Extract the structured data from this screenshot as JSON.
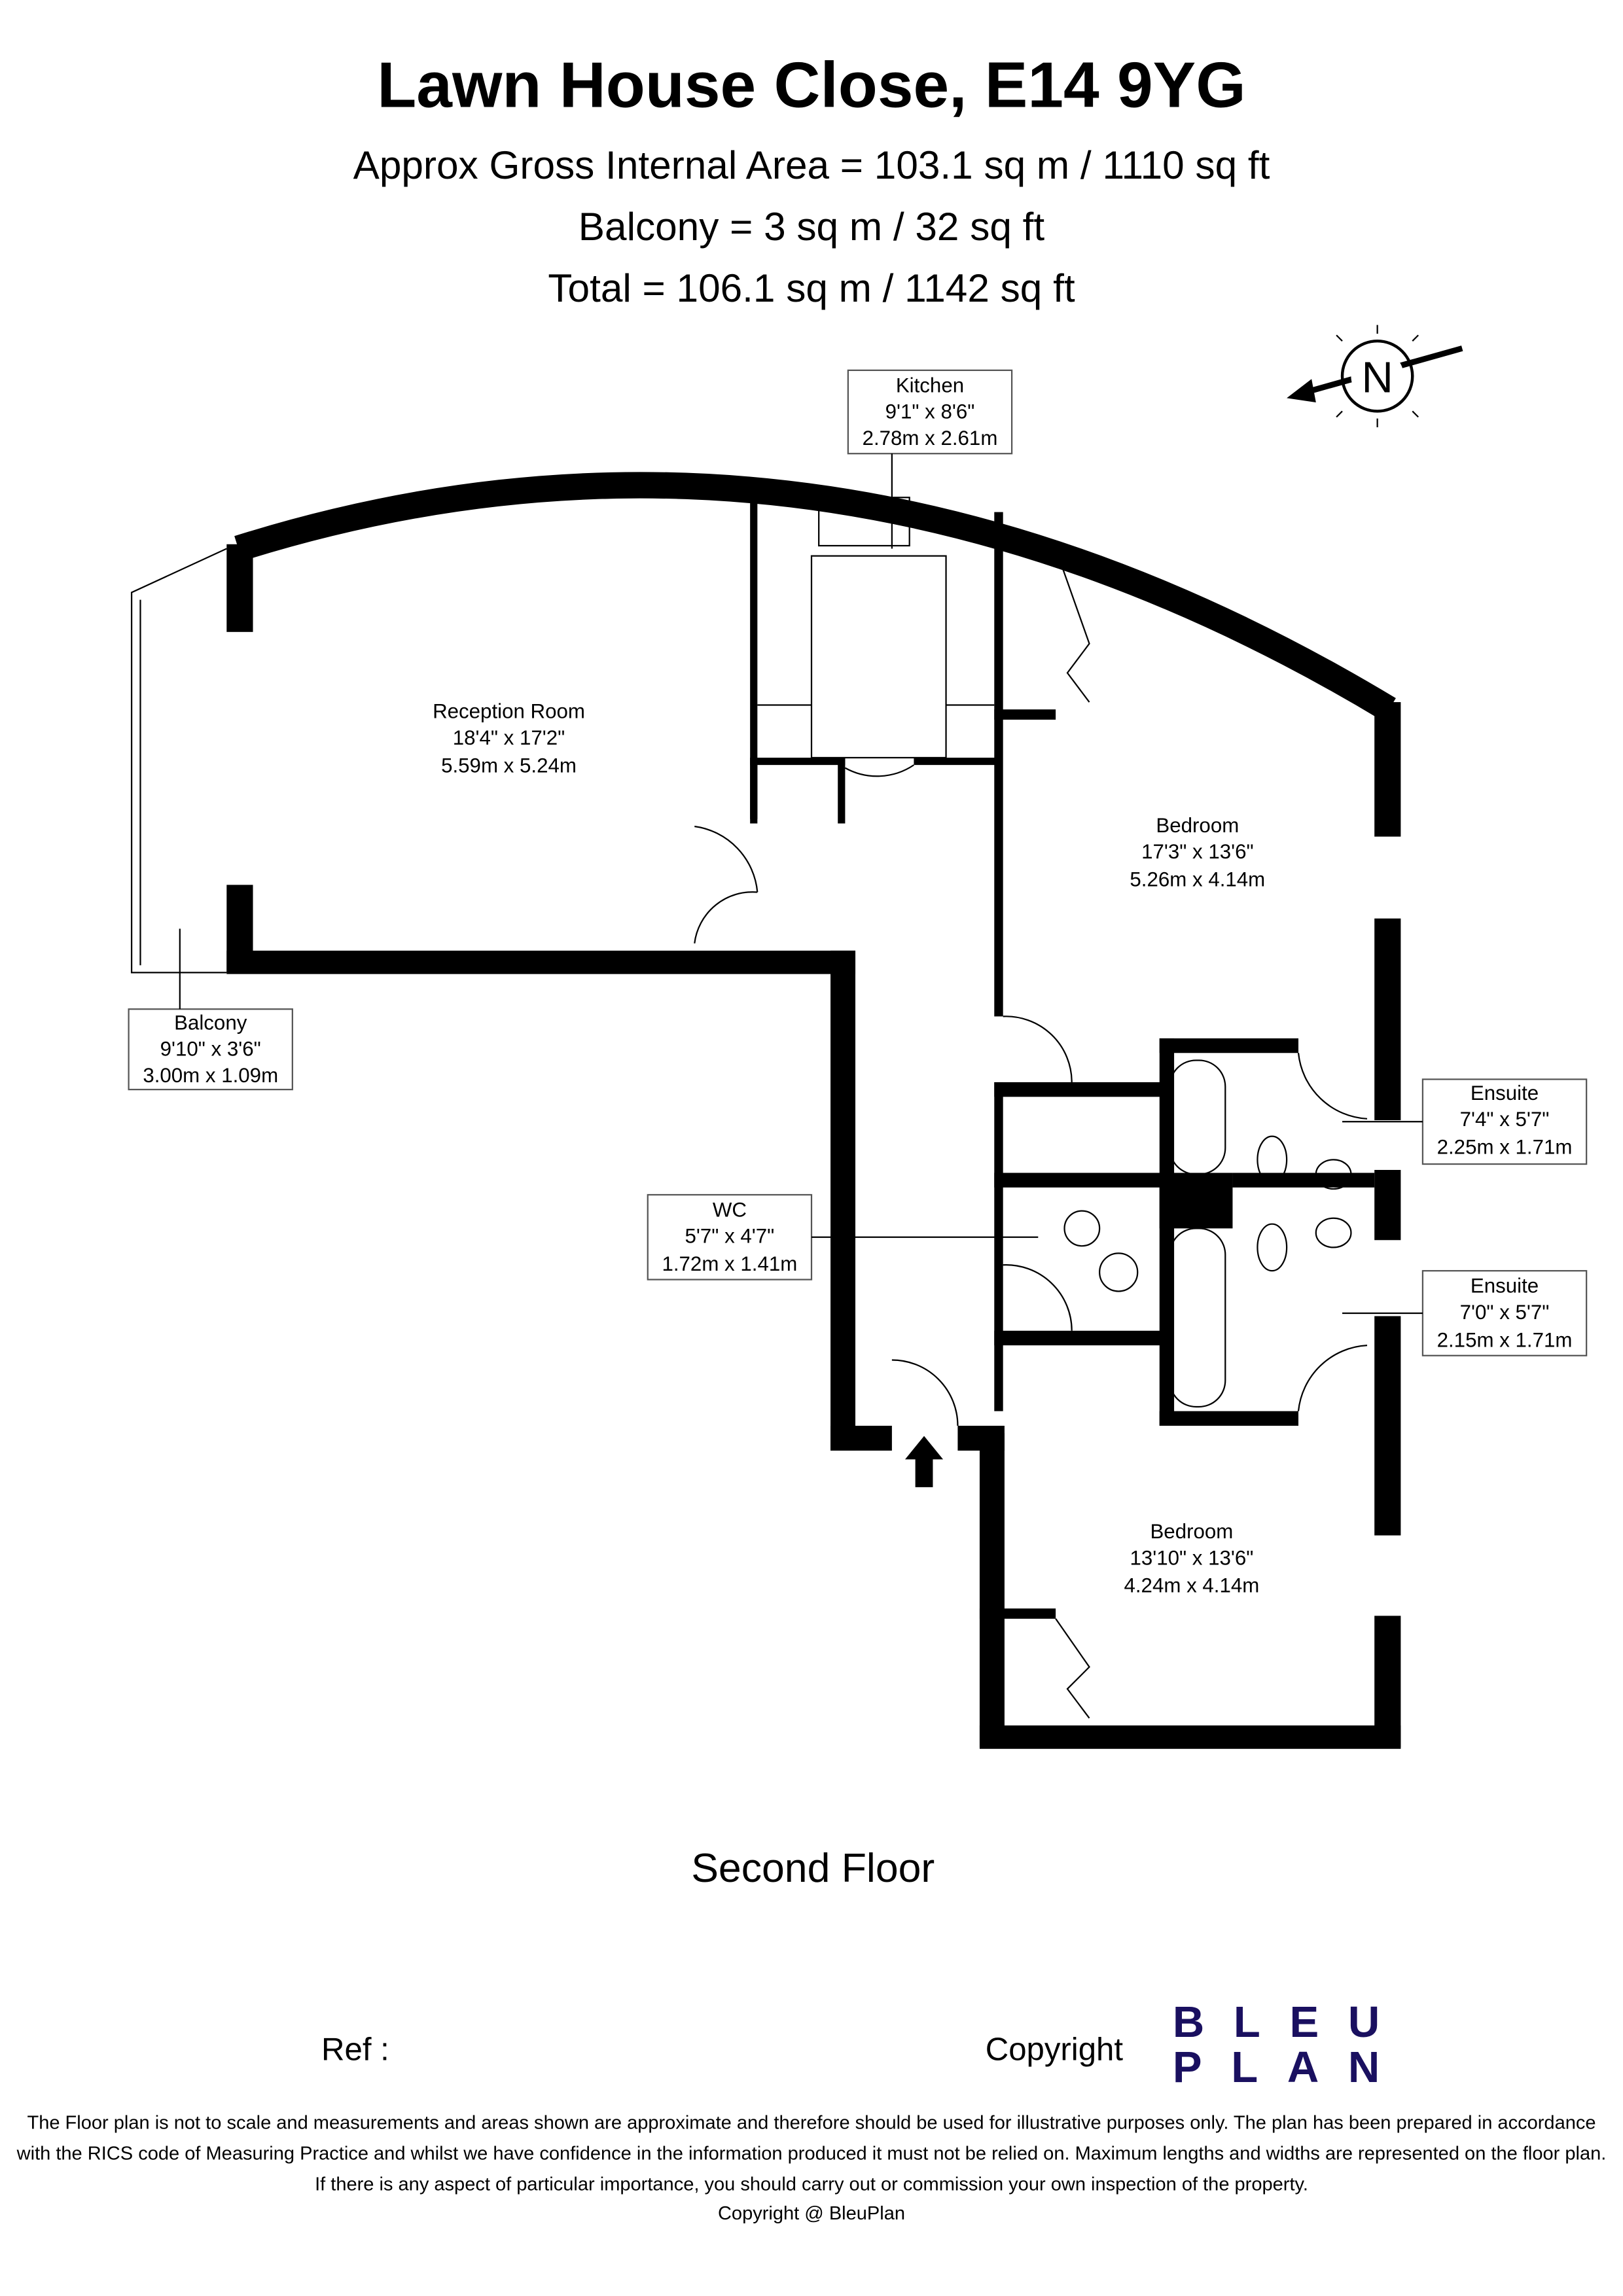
{
  "header": {
    "title": "Lawn House Close, E14 9YG",
    "gia": "Approx Gross Internal Area = 103.1 sq m / 1110 sq ft",
    "balcony": "Balcony = 3 sq m / 32 sq ft",
    "total": "Total = 106.1 sq m / 1142 sq ft"
  },
  "compass": {
    "label": "N"
  },
  "rooms": {
    "kitchen": {
      "name": "Kitchen",
      "imperial": "9'1\" x 8'6\"",
      "metric": "2.78m x 2.61m"
    },
    "reception": {
      "name": "Reception Room",
      "imperial": "18'4\" x 17'2\"",
      "metric": "5.59m x 5.24m"
    },
    "bedroom1": {
      "name": "Bedroom",
      "imperial": "17'3\" x 13'6\"",
      "metric": "5.26m x 4.14m"
    },
    "balcony": {
      "name": "Balcony",
      "imperial": "9'10\" x 3'6\"",
      "metric": "3.00m x 1.09m"
    },
    "ensuite1": {
      "name": "Ensuite",
      "imperial": "7'4\" x 5'7\"",
      "metric": "2.25m x 1.71m"
    },
    "wc": {
      "name": "WC",
      "imperial": "5'7\" x 4'7\"",
      "metric": "1.72m x 1.41m"
    },
    "ensuite2": {
      "name": "Ensuite",
      "imperial": "7'0\" x 5'7\"",
      "metric": "2.15m x 1.71m"
    },
    "bedroom2": {
      "name": "Bedroom",
      "imperial": "13'10\" x 13'6\"",
      "metric": "4.24m x 4.14m"
    }
  },
  "floor_label": "Second Floor",
  "footer": {
    "ref": "Ref  :",
    "copyright": "Copyright",
    "logo_line1": "BLEU",
    "logo_line2": "PLAN",
    "disclaimer": [
      "The Floor plan is not to scale and measurements and areas shown are approximate and therefore should be used for illustrative purposes only. The plan has been prepared in accordance",
      "with the RICS code of Measuring Practice and whilst we have confidence in the information produced it must not be relied on. Maximum lengths and widths are represented on the floor plan.",
      "If there is any aspect of particular importance, you should carry out or commission your own inspection of the property.",
      "Copyright @ BleuPlan"
    ]
  }
}
